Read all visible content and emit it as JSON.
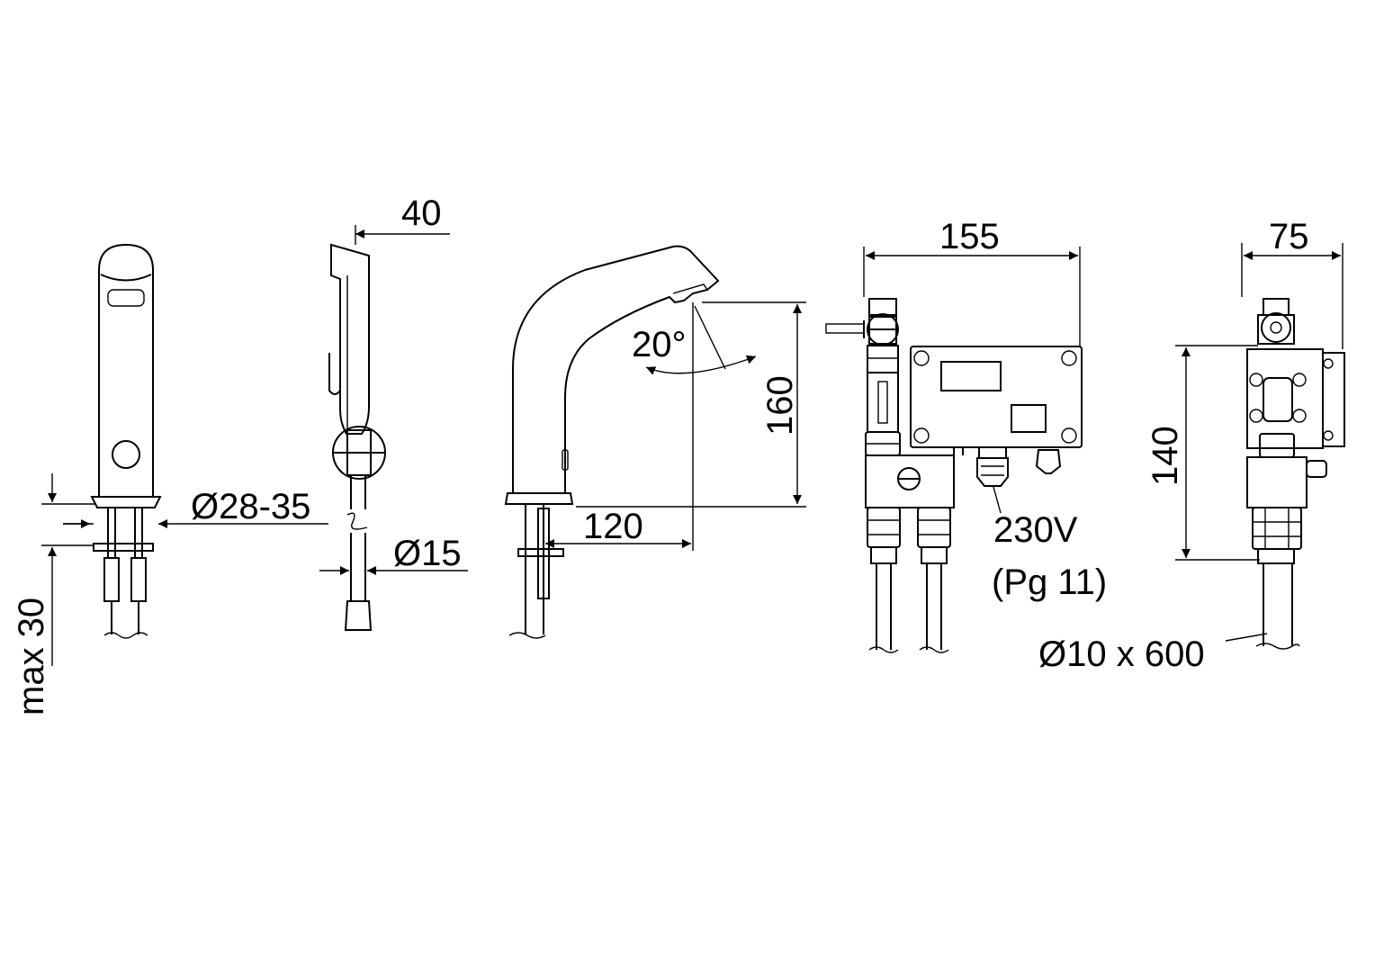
{
  "dimensions": {
    "max30": "max 30",
    "dia28_35": "Ø28-35",
    "d40": "40",
    "dia15": "Ø15",
    "angle20": "20°",
    "d160": "160",
    "d120": "120",
    "d155": "155",
    "d75": "75",
    "d140": "140",
    "voltage": "230V",
    "gland": "(Pg 11)",
    "hose": "Ø10 x 600"
  },
  "colors": {
    "line": "#000000",
    "background": "#ffffff"
  }
}
